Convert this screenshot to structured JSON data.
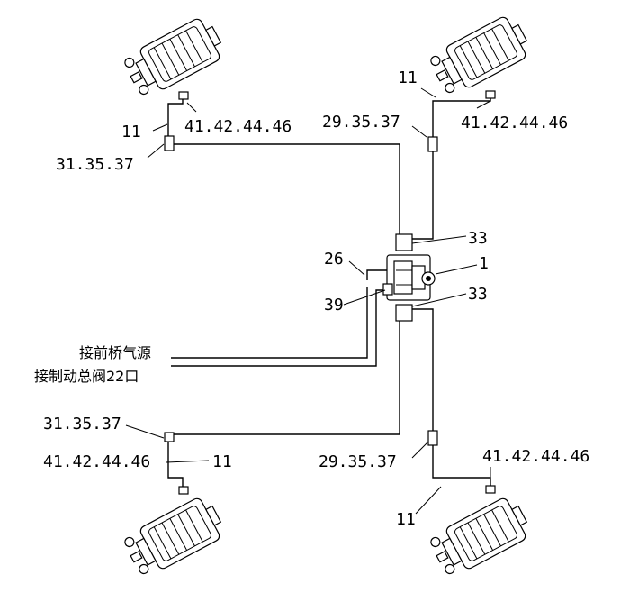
{
  "labels": {
    "tl_hose": "11",
    "tl_kit": "41.42.44.46",
    "tl_fitting": "31.35.37",
    "tr_hose": "11",
    "tr_fitting": "29.35.37",
    "tr_kit": "41.42.44.46",
    "valve_top": "33",
    "valve_main": "1",
    "valve_bottom": "33",
    "left_fitting": "26",
    "left_adapter": "39",
    "note_front_air": "接前桥气源",
    "note_brake_valve": "接制动总阀22口",
    "bl_fitting": "31.35.37",
    "bl_kit": "41.42.44.46",
    "bl_hose": "11",
    "br_fitting": "29.35.37",
    "br_kit": "41.42.44.46",
    "br_hose": "11"
  }
}
